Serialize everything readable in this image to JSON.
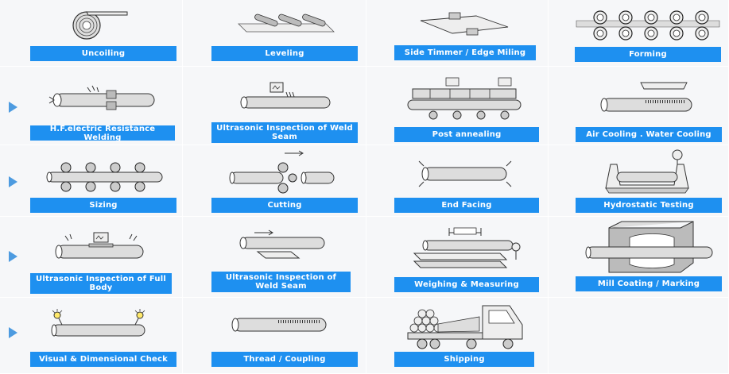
{
  "steps": [
    {
      "label": "Uncoiling",
      "icon": "coil-icon"
    },
    {
      "label": "Leveling",
      "icon": "leveling-icon"
    },
    {
      "label": "Side Timmer / Edge Miling",
      "icon": "edge-milling-icon"
    },
    {
      "label": "Forming",
      "icon": "forming-rollers-icon"
    },
    {
      "label": "H.F.electric Resistance Welding",
      "icon": "welding-icon"
    },
    {
      "label": "Ultrasonic Inspection of Weld Seam",
      "icon": "ultrasonic-icon"
    },
    {
      "label": "Post annealing",
      "icon": "annealing-icon"
    },
    {
      "label": "Air Cooling . Water Cooling",
      "icon": "cooling-icon"
    },
    {
      "label": "Sizing",
      "icon": "sizing-icon"
    },
    {
      "label": "Cutting",
      "icon": "cutting-icon"
    },
    {
      "label": "End Facing",
      "icon": "end-facing-icon"
    },
    {
      "label": "Hydrostatic Testing",
      "icon": "hydrostatic-icon"
    },
    {
      "label": "Ultrasonic Inspection of Full Body",
      "icon": "ultrasonic-full-icon"
    },
    {
      "label": "Ultrasonic Inspection of Weld Seam",
      "icon": "ultrasonic-seam-icon"
    },
    {
      "label": "Weighing & Measuring",
      "icon": "weighing-icon"
    },
    {
      "label": "Mill Coating / Marking",
      "icon": "coating-icon"
    },
    {
      "label": "Visual & Dimensional Check",
      "icon": "visual-check-icon"
    },
    {
      "label": "Thread / Coupling",
      "icon": "thread-icon"
    },
    {
      "label": "Shipping",
      "icon": "truck-icon"
    }
  ],
  "colors": {
    "label_bg": "#1e90f0",
    "arrow": "#4d9be0",
    "cell_bg": "#f6f7f9"
  }
}
